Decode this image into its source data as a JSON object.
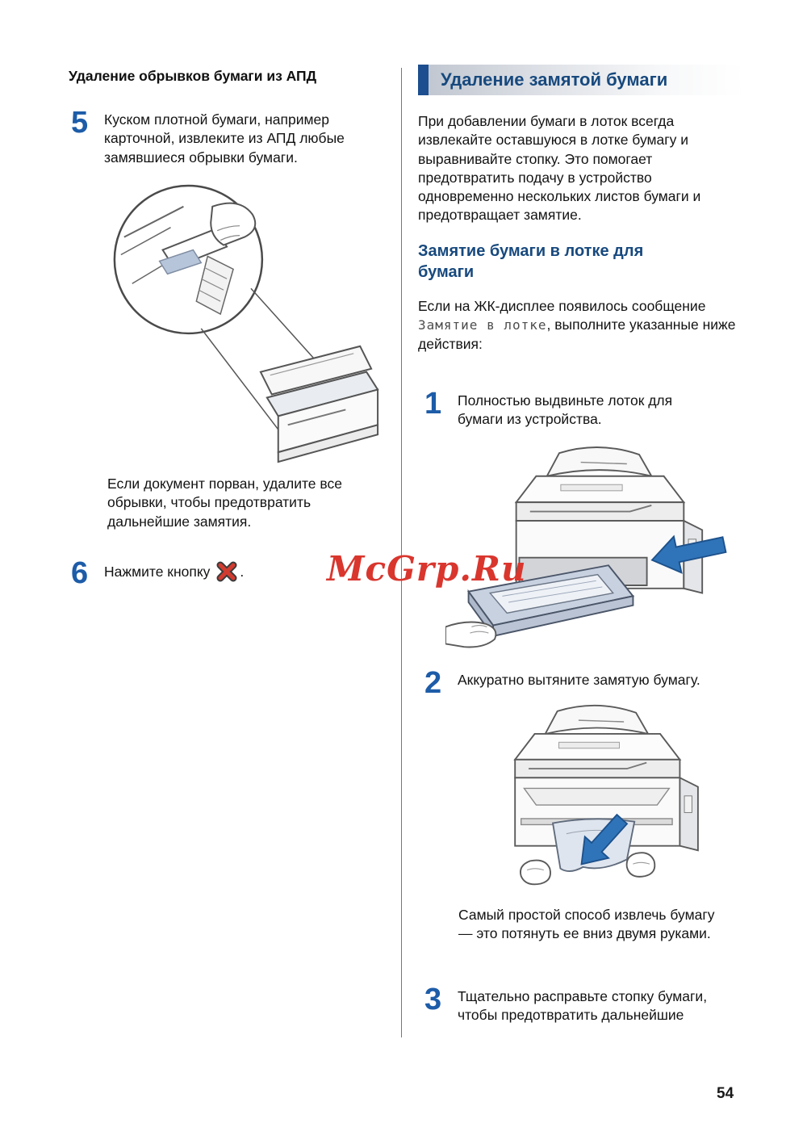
{
  "page": {
    "number": "54",
    "watermark": "McGrp.Ru"
  },
  "colors": {
    "accent_blue": "#1d5ca8",
    "header_navy": "#1d4e8f",
    "heading_blue": "#17497e",
    "watermark_red": "#d9362e",
    "arrow_blue": "#2f74b8"
  },
  "left_column": {
    "heading": "Удаление обрывков бумаги из АПД",
    "step_5": {
      "number": "5",
      "text": "Куском плотной бумаги, например карточной, извлеките из АПД любые замявшиеся обрывки бумаги."
    },
    "illustration": "adf-scrap-removal-with-magnifier",
    "illustration_note": "Если документ порван, удалите все обрывки, чтобы предотвратить дальнейшие замятия.",
    "step_6": {
      "number": "6",
      "text_before_icon": "Нажмите кнопку",
      "icon": "stop-exit-x-button",
      "text_after_icon": "."
    }
  },
  "right_column": {
    "section_title": "Удаление замятой бумаги",
    "intro": "При добавлении бумаги в лоток всегда извлекайте оставшуюся в лотке бумагу и выравнивайте стопку. Это помогает предотвратить подачу в устройство одновременно нескольких листов бумаги и предотвращает замятие.",
    "subsection_title": "Замятие бумаги в лотке для бумаги",
    "lcd_paragraph": {
      "before": "Если на ЖК-дисплее появилось сообщение",
      "lcd_message": "Замятие в лотке",
      "after": ", выполните указанные ниже действия:"
    },
    "step_1": {
      "number": "1",
      "text": "Полностью выдвиньте лоток для бумаги из устройства."
    },
    "illustration_1": "printer-paper-tray-pulled-out",
    "step_2": {
      "number": "2",
      "text": "Аккуратно вытяните замятую бумагу."
    },
    "illustration_2": "printer-jammed-paper-pulled-down",
    "tip": "Самый простой способ извлечь бумагу — это потянуть ее вниз двумя руками.",
    "step_3": {
      "number": "3",
      "text": "Тщательно расправьте стопку бумаги, чтобы предотвратить дальнейшие"
    }
  }
}
